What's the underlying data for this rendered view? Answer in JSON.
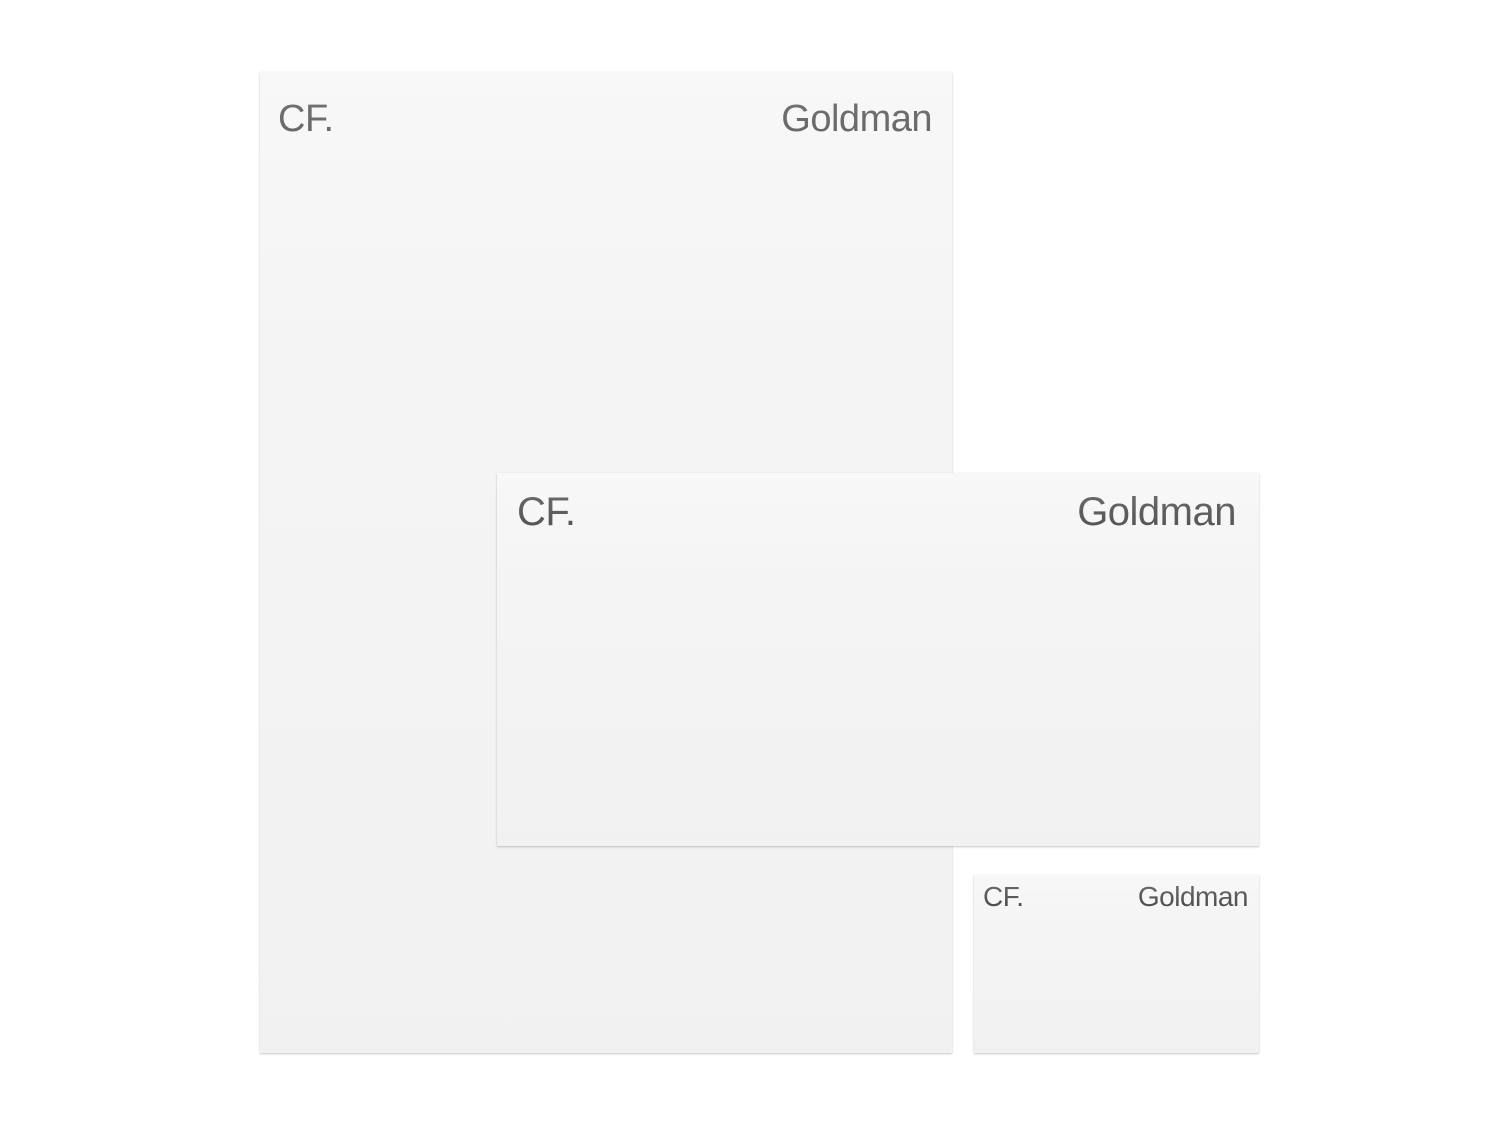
{
  "letterhead": {
    "mark_left": "CF.",
    "mark_right": "Goldman"
  },
  "envelope": {
    "mark_left": "CF.",
    "mark_right": "Goldman"
  },
  "business_card": {
    "mark_left": "CF.",
    "mark_right": "Goldman"
  },
  "colors": {
    "background": "#ffffff",
    "paper": "#f4f4f4",
    "ink": "#2f2f2f"
  }
}
